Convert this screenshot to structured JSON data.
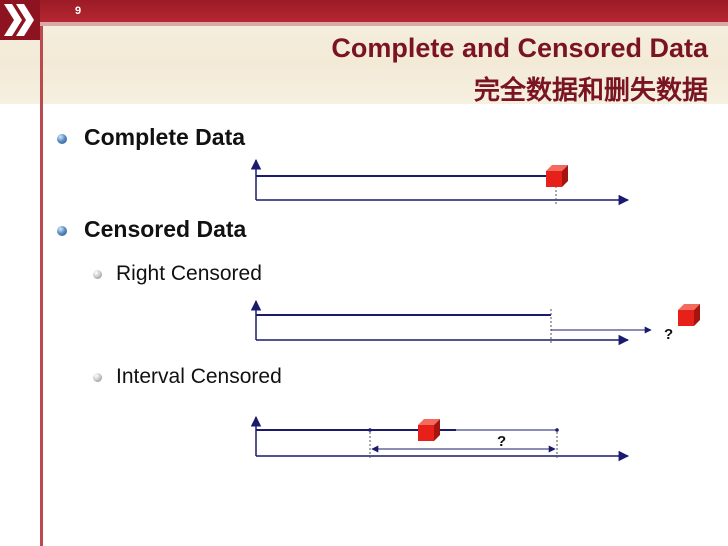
{
  "slide": {
    "page_number": "9",
    "title_en": "Complete and Censored Data",
    "title_zh": "完全数据和删失数据"
  },
  "bullets": {
    "complete": "Complete Data",
    "censored": "Censored Data",
    "right_censored": "Right Censored",
    "interval_censored": "Interval Censored"
  },
  "diagrams": {
    "right_unknown_mark": "?",
    "interval_unknown_mark": "?"
  },
  "colors": {
    "title": "#7b1422",
    "header_stripe": "#b52731",
    "failure_box": "#e8201a"
  }
}
